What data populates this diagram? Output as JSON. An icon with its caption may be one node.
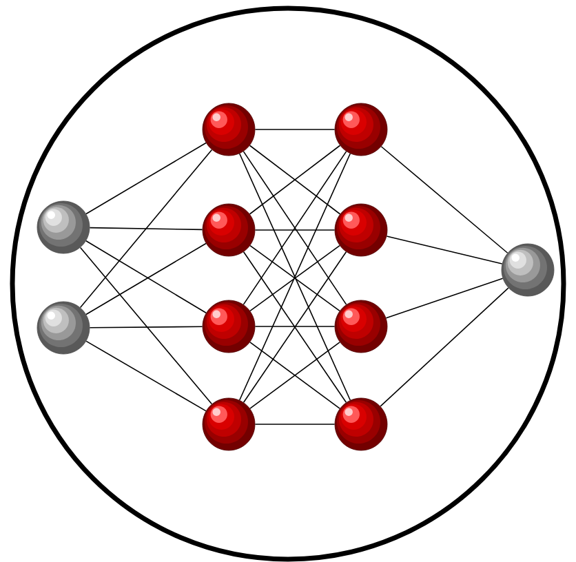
{
  "diagram": {
    "nodes": [
      {
        "text": [],
        "shape": "circle"
      },
      {
        "text": [],
        "shape": "circle",
        "in": 0
      },
      {
        "text": [],
        "shape": "circle",
        "in": 0
      },
      {
        "text": [],
        "shape": "circle",
        "in": 0
      },
      {
        "text": [],
        "shape": "circle",
        "in": 0
      },
      {
        "text": [],
        "shape": "circle",
        "in": 0
      },
      {
        "text": [],
        "shape": "circle",
        "in": 0
      },
      {
        "text": [],
        "shape": "circle",
        "in": 0
      },
      {
        "text": [],
        "shape": "circle",
        "in": 0
      },
      {
        "text": [],
        "shape": "circle",
        "in": 0
      },
      {
        "text": [],
        "shape": "circle",
        "in": 0
      },
      {
        "text": [],
        "shape": "circle",
        "in": 0
      }
    ],
    "edges": [
      {
        "from": 1,
        "to": 3,
        "arrow": "none"
      },
      {
        "from": 1,
        "to": 4,
        "arrow": "none"
      },
      {
        "from": 1,
        "to": 5,
        "arrow": "none"
      },
      {
        "from": 1,
        "to": 6,
        "arrow": "none"
      },
      {
        "from": 2,
        "to": 3,
        "arrow": "none"
      },
      {
        "from": 2,
        "to": 4,
        "arrow": "none"
      },
      {
        "from": 2,
        "to": 5,
        "arrow": "none"
      },
      {
        "from": 2,
        "to": 6,
        "arrow": "none"
      },
      {
        "from": 3,
        "to": 7,
        "arrow": "none"
      },
      {
        "from": 3,
        "to": 8,
        "arrow": "none"
      },
      {
        "from": 3,
        "to": 9,
        "arrow": "none"
      },
      {
        "from": 3,
        "to": 10,
        "arrow": "none"
      },
      {
        "from": 4,
        "to": 7,
        "arrow": "none"
      },
      {
        "from": 4,
        "to": 8,
        "arrow": "none"
      },
      {
        "from": 4,
        "to": 9,
        "arrow": "none"
      },
      {
        "from": 4,
        "to": 10,
        "arrow": "none"
      },
      {
        "from": 5,
        "to": 7,
        "arrow": "none"
      },
      {
        "from": 5,
        "to": 8,
        "arrow": "none"
      },
      {
        "from": 5,
        "to": 9,
        "arrow": "none"
      },
      {
        "from": 5,
        "to": 10,
        "arrow": "none"
      },
      {
        "from": 6,
        "to": 7,
        "arrow": "none"
      },
      {
        "from": 6,
        "to": 8,
        "arrow": "none"
      },
      {
        "from": 6,
        "to": 9,
        "arrow": "none"
      },
      {
        "from": 6,
        "to": 10,
        "arrow": "none"
      },
      {
        "from": 7,
        "to": 11,
        "arrow": "none"
      },
      {
        "from": 8,
        "to": 11,
        "arrow": "none"
      },
      {
        "from": 9,
        "to": 11,
        "arrow": "none"
      },
      {
        "from": 10,
        "to": 11,
        "arrow": "none"
      }
    ]
  }
}
